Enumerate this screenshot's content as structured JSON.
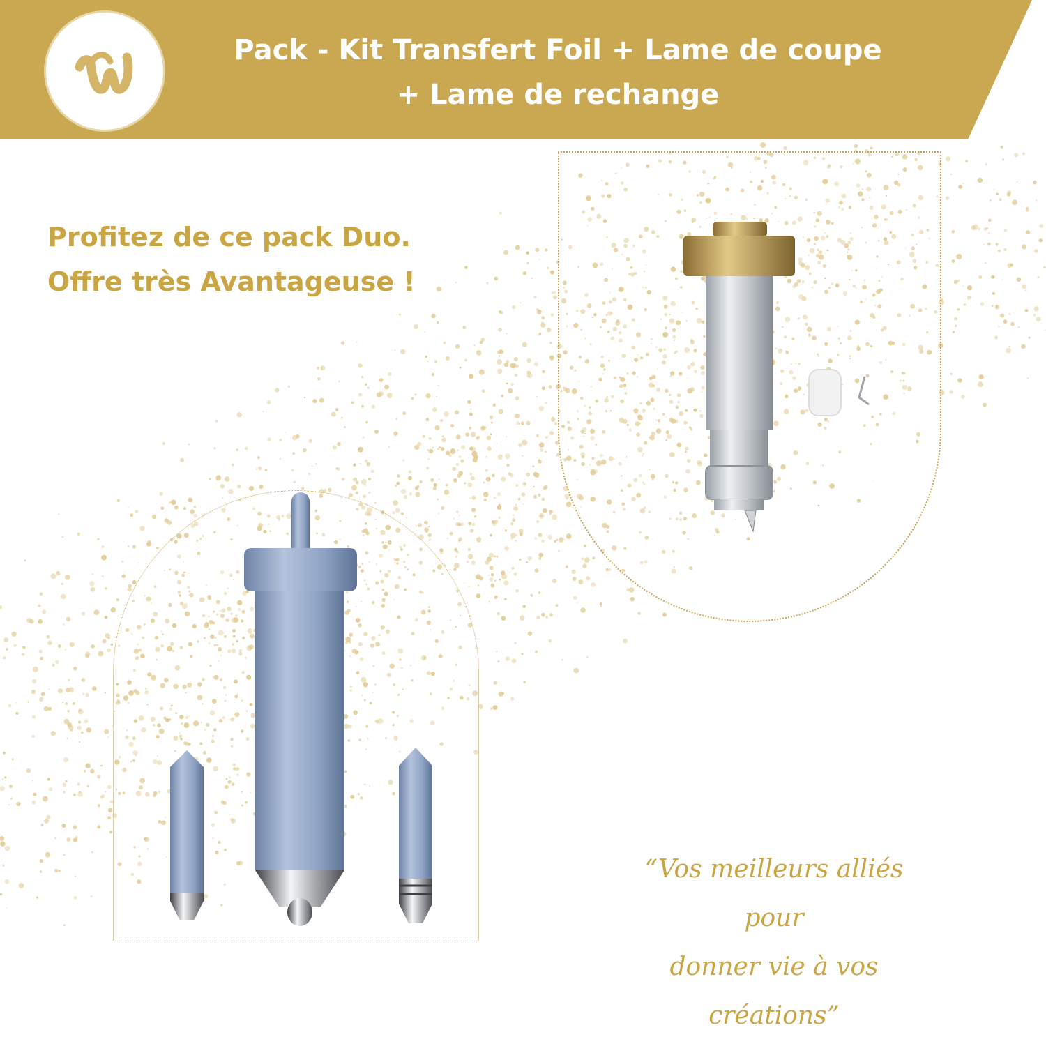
{
  "header": {
    "title_line1": "Pack -  Kit Transfert Foil + Lame de coupe",
    "title_line2": "+ Lame de rechange",
    "band_color": "#c9a851"
  },
  "logo": {
    "icon": "brand-logo-icon",
    "color": "#d4b567"
  },
  "promo": {
    "line1": "Profitez de ce pack  Duo.",
    "line2": "Offre très Avantageuse !"
  },
  "quote": {
    "line1": "“Vos meilleurs alliés pour",
    "line2": "donner vie à vos créations”"
  },
  "colors": {
    "gold": "#c9a544",
    "speckle": "#e3cd99",
    "blue_steel": "#8ea3c4",
    "silver": "#c9ccd0",
    "brass": "#b99a52"
  }
}
